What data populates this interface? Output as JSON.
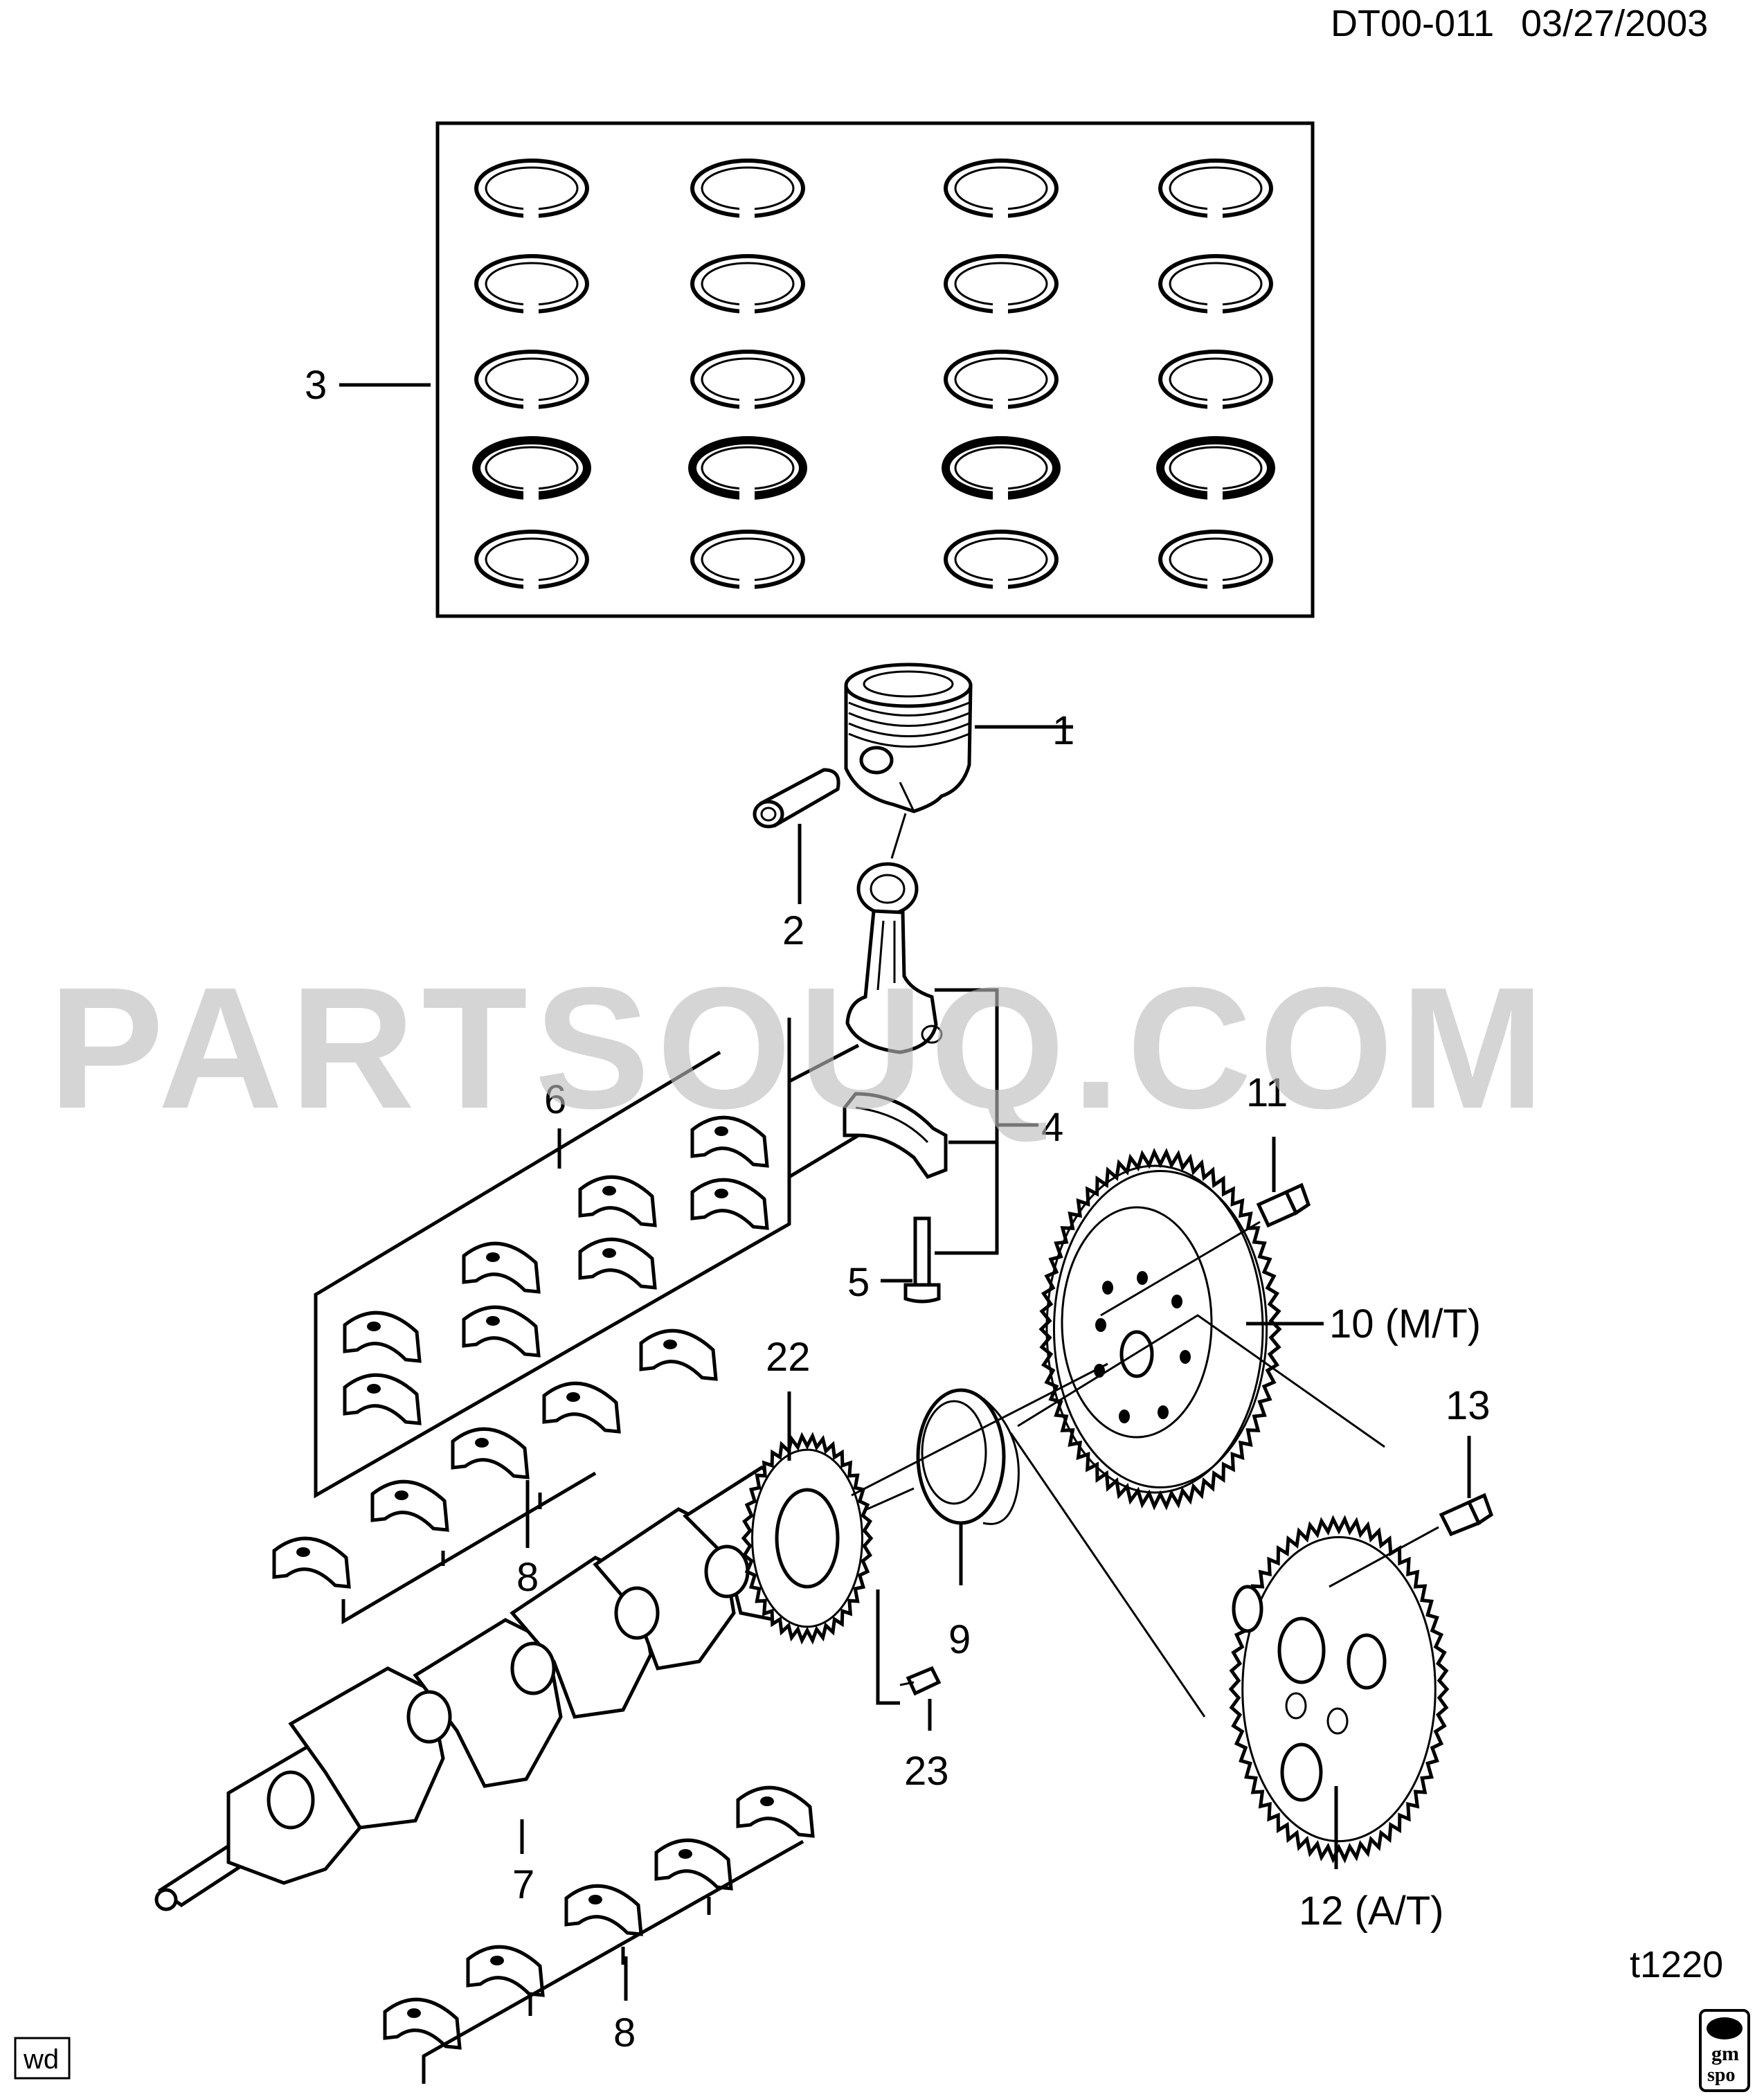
{
  "header": {
    "code": "DT00-011",
    "date": "03/27/2003"
  },
  "watermark": "PARTSOUQ.COM",
  "callouts": [
    {
      "id": "c1",
      "text": "1"
    },
    {
      "id": "c2",
      "text": "2"
    },
    {
      "id": "c3",
      "text": "3"
    },
    {
      "id": "c4",
      "text": "4"
    },
    {
      "id": "c5",
      "text": "5"
    },
    {
      "id": "c6",
      "text": "6"
    },
    {
      "id": "c7",
      "text": "7"
    },
    {
      "id": "c8a",
      "text": "8"
    },
    {
      "id": "c8b",
      "text": "8"
    },
    {
      "id": "c9",
      "text": "9"
    },
    {
      "id": "c10",
      "text": "10 (M/T)"
    },
    {
      "id": "c11",
      "text": "11"
    },
    {
      "id": "c12",
      "text": "12 (A/T)"
    },
    {
      "id": "c13",
      "text": "13"
    },
    {
      "id": "c22",
      "text": "22"
    },
    {
      "id": "c23",
      "text": "23"
    }
  ],
  "footer": {
    "illustration_code": "t1220",
    "corner_tag": "wd",
    "logo_text_top": "gm",
    "logo_text_bottom": "spo"
  }
}
